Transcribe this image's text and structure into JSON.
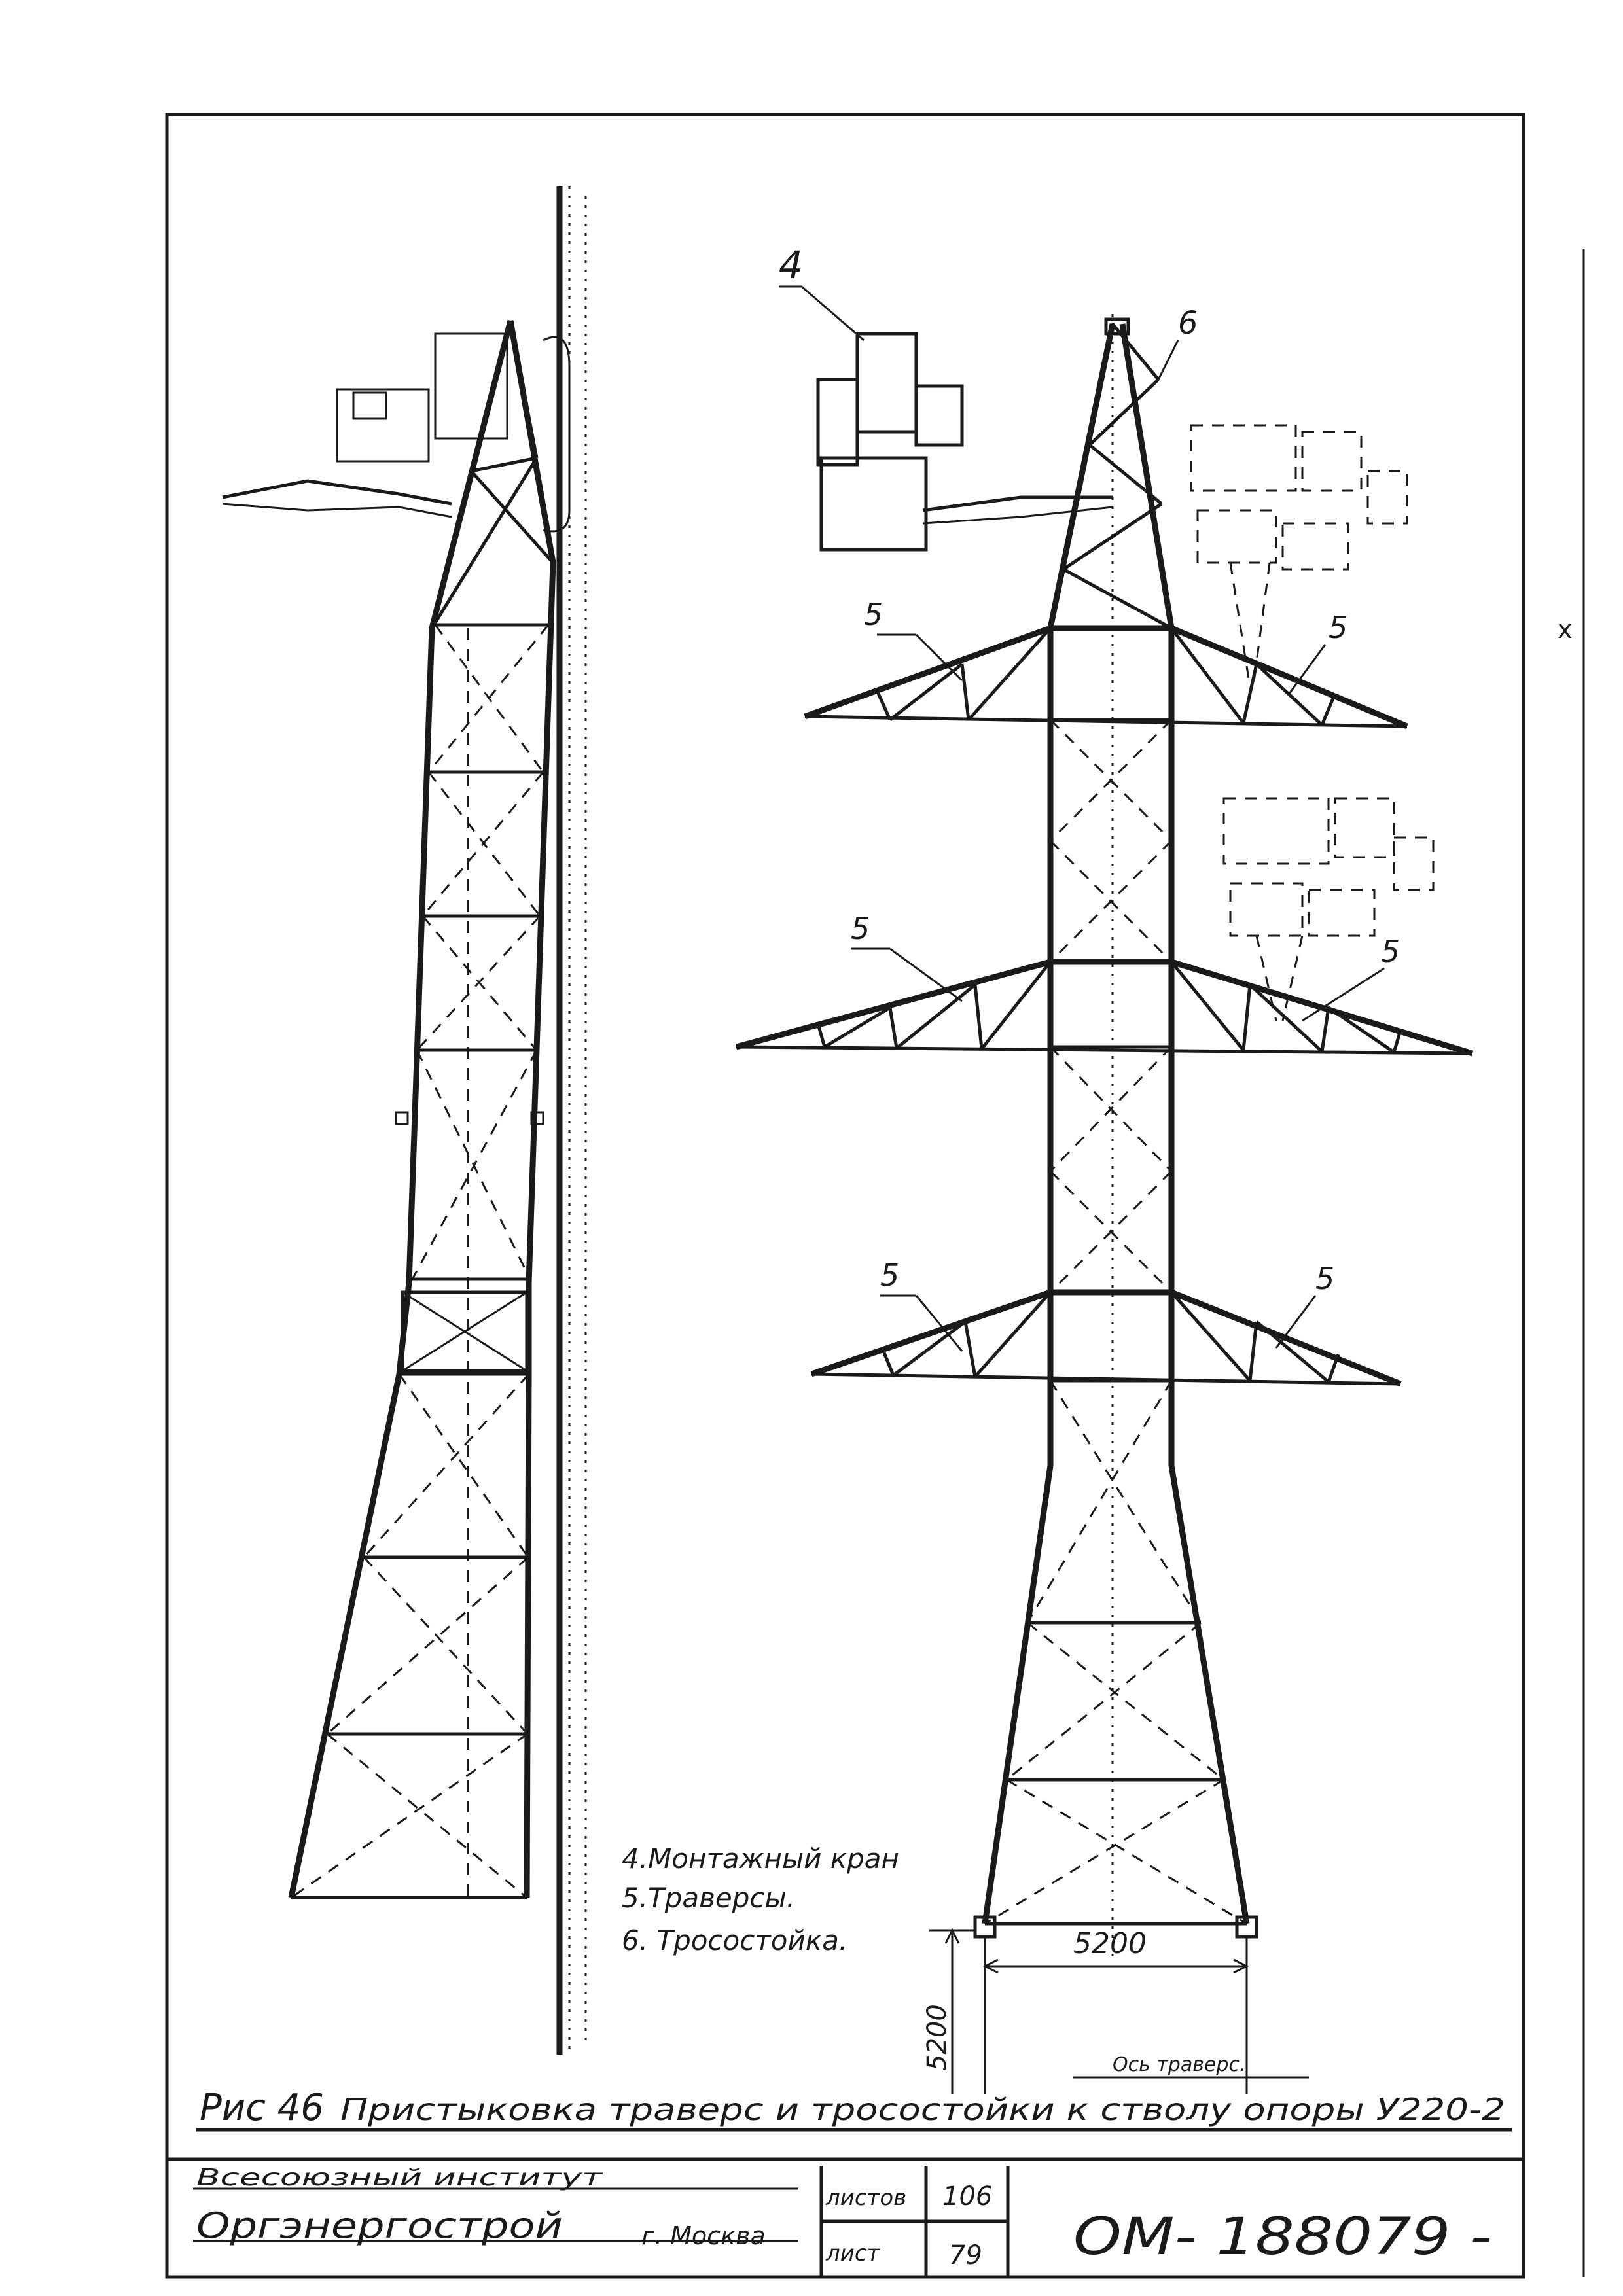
{
  "figure": {
    "caption_prefix": "Рис 46",
    "caption_text": "Пристыковка траверс и тросостойки к стволу опоры У220-2"
  },
  "legend": {
    "items": [
      "4.Монтажный кран",
      "5.Траверсы.",
      "6. Тросостойка."
    ]
  },
  "callouts": {
    "crane": "4",
    "cable_post": "6",
    "crossarm": "5"
  },
  "dimensions": {
    "base_width": "5200",
    "base_height": "5200",
    "axis_label": "Ось траверс."
  },
  "title_block": {
    "institute_line": "Всесоюзный институт",
    "organization": "Оргэнергострой",
    "city": "г. Москва",
    "sheets_label": "листов",
    "sheets_value": "106",
    "sheet_label": "лист",
    "sheet_value": "79",
    "document_code": "ОМ- 188079 -"
  }
}
